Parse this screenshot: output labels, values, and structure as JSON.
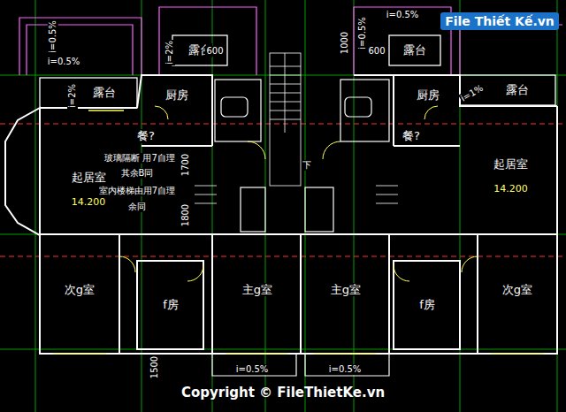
{
  "diagram": {
    "nodes": [
      {
        "text": [
          "露台"
        ]
      },
      {
        "text": [
          "露台"
        ]
      },
      {
        "text": [
          "露台"
        ]
      },
      {
        "text": [
          "厨房"
        ]
      },
      {
        "text": [
          "厨房"
        ]
      },
      {
        "text": [
          "露台"
        ]
      },
      {
        "text": [
          "餐?"
        ]
      },
      {
        "text": [
          "餐?"
        ]
      },
      {
        "text": [
          "起居室",
          "14.200"
        ]
      },
      {
        "text": [
          "起居室",
          "14.200"
        ]
      },
      {
        "text": [
          "次g室"
        ]
      },
      {
        "text": [
          "f房"
        ]
      },
      {
        "text": [
          "主g室"
        ]
      },
      {
        "text": [
          "主g室"
        ]
      },
      {
        "text": [
          "f房"
        ]
      },
      {
        "text": [
          "次g室"
        ]
      }
    ],
    "edges": [],
    "labels": [
      "i=0.5%",
      "i=0.5%",
      "i=0.5%",
      "i=2%",
      "600",
      "i=0.5%",
      "1000",
      "600",
      "i=2%",
      "i=1%",
      "1700",
      "1800",
      "下",
      "玻璃隔断 用7自理",
      "其余B同",
      "室内楼梯由用7自理",
      "余同",
      "1500",
      "i=0.5%",
      "i=0.5%",
      "Copyright © FileThietKe.vn",
      "File Thiết Kế.vn"
    ]
  }
}
